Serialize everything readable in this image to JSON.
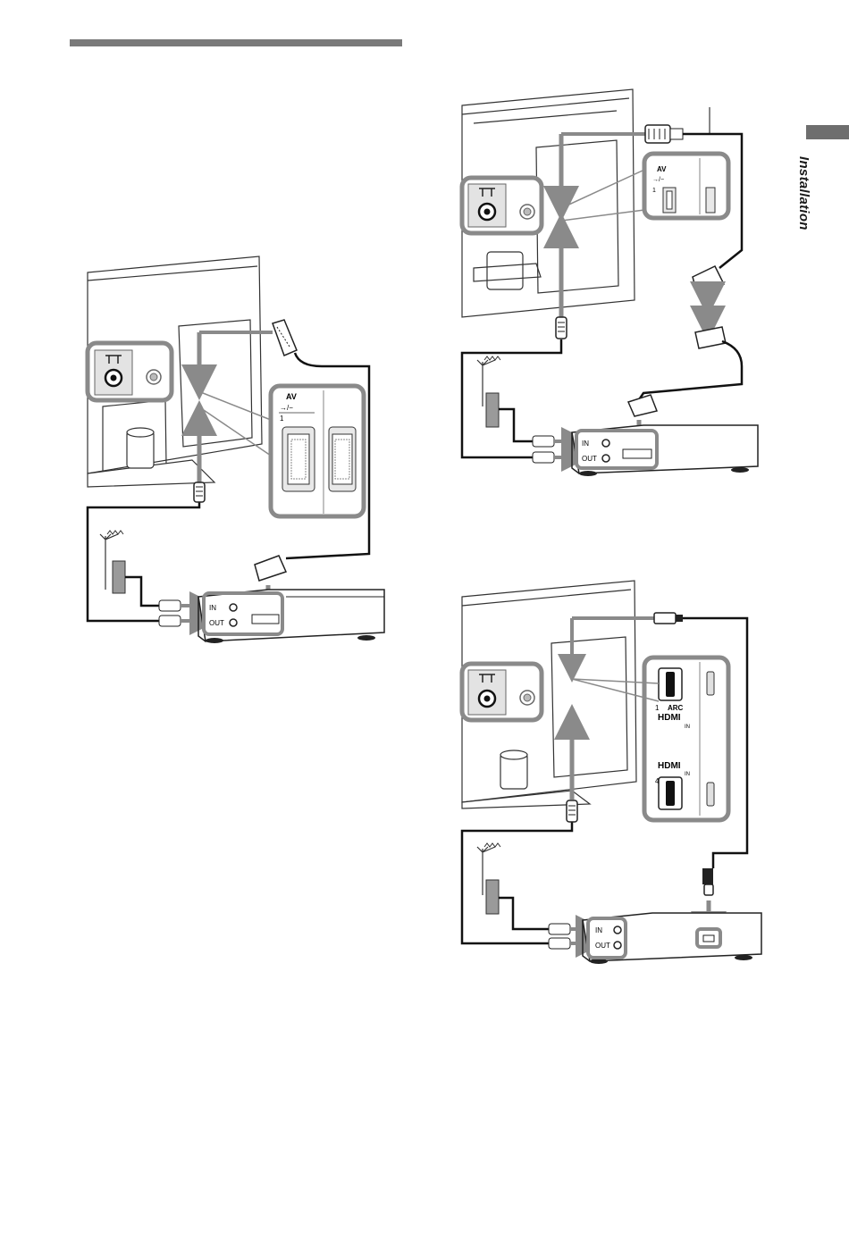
{
  "sidebar": {
    "section_label": "Installation"
  },
  "labels": {
    "av": "AV",
    "av_symbols": "→/−",
    "port_number_1": "1",
    "port_number_4": "4",
    "in": "IN",
    "out": "OUT",
    "arc": "ARC",
    "hdmi": "HDMI",
    "hdmi_in": "IN"
  },
  "diagrams": [
    {
      "name": "scart-connection",
      "connector": "SCART"
    },
    {
      "name": "smartlink-scart-connection",
      "connector": "SCART adaptor"
    },
    {
      "name": "hdmi-connection",
      "connector": "HDMI"
    }
  ]
}
